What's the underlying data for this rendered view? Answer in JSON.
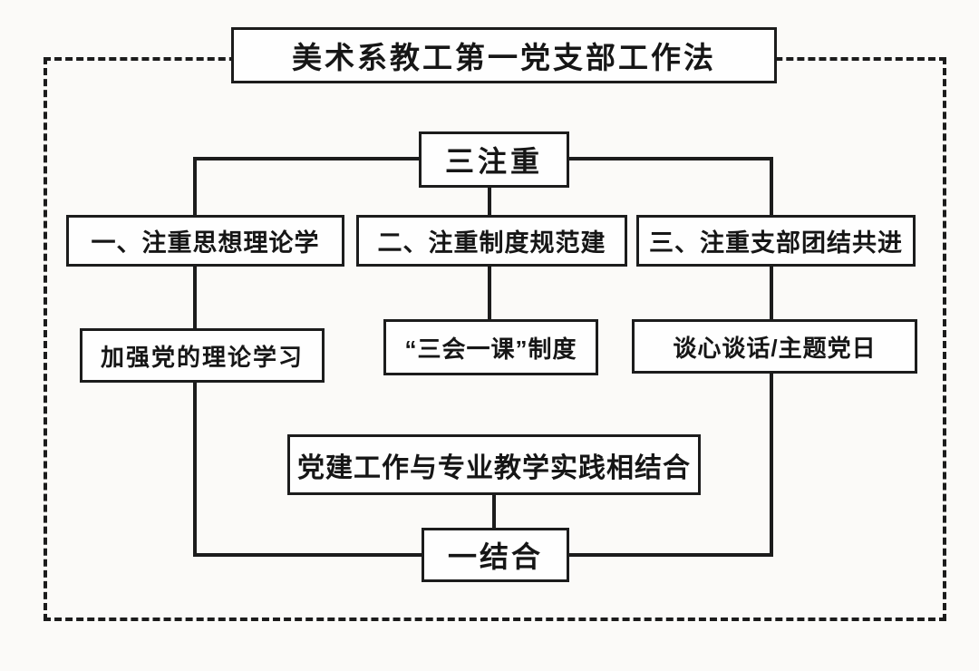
{
  "diagram": {
    "title": "美术系教工第一党支部工作法",
    "top_node": "三注重",
    "columns": [
      {
        "heading": "一、注重思想理论学",
        "detail": "加强党的理论学习"
      },
      {
        "heading": "二、注重制度规范建",
        "detail": "“三会一课”制度"
      },
      {
        "heading": "三、注重支部团结共进",
        "detail": "谈心谈话/主题党日"
      }
    ],
    "integration_node": "党建工作与专业教学实践相结合",
    "bottom_node": "一结合",
    "colors": {
      "line": "#1c1c1c",
      "text": "#161616",
      "box_bg": "#fefefe",
      "page_bg": "#fbfaf8"
    }
  }
}
